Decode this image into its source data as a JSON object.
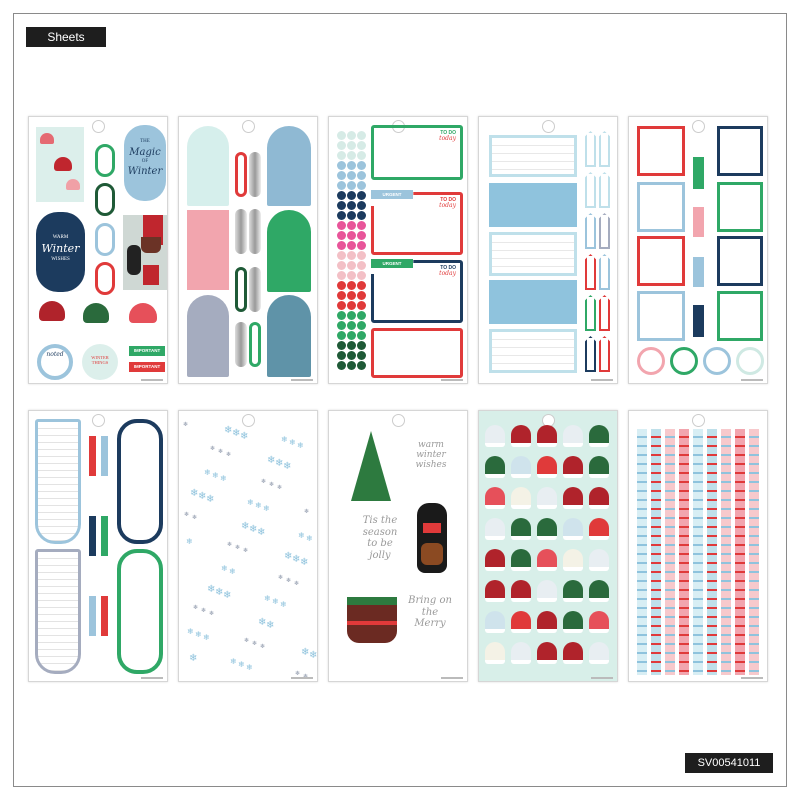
{
  "header": {
    "label": "Sheets"
  },
  "footer": {
    "sku": "SV00541011"
  },
  "colors": {
    "red": "#e03a3a",
    "green": "#2fa866",
    "dark_green": "#1f5a37",
    "navy": "#1c3b5e",
    "light_blue": "#9cc4dc",
    "pink": "#f2a5ae",
    "mint": "#dcefeb",
    "gray": "#a5acbf"
  },
  "sheet1": {
    "magic_top": "THE",
    "magic_script": "Magic",
    "magic_of": "OF",
    "magic_winter": "Winter",
    "warm": "WARM",
    "winter": "Winter",
    "wishes": "WISHES",
    "noted": "noted",
    "winter_things": "WINTER THINGS",
    "important": "IMPORTANT"
  },
  "sheet3": {
    "todo": "TO DO",
    "today": "today",
    "urgent": "URGENT"
  },
  "sheet8": {
    "warm_wishes": "warm winter wishes",
    "tis_season": "Tis the season to be jolly",
    "bring_merry": "Bring on the Merry"
  }
}
